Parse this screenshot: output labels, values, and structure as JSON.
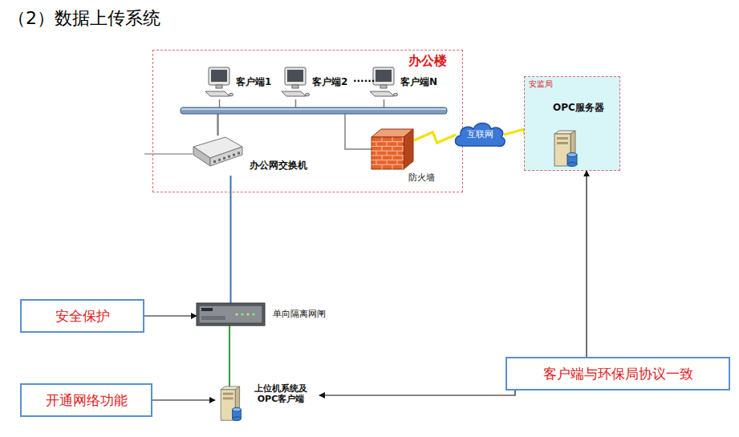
{
  "diagram": {
    "title": "（2）数据上传系统",
    "nodes": [
      {
        "text": [
          "办公楼"
        ]
      },
      {
        "text": [
          "客户端1"
        ],
        "in": 0
      },
      {
        "text": [
          "客户端2"
        ],
        "in": 0
      },
      {
        "text": [
          "客户端N"
        ],
        "in": 0
      },
      {
        "text": [
          "办公网交换机"
        ],
        "in": 0
      },
      {
        "text": [
          "防火墙"
        ],
        "in": 0
      },
      {
        "text": [
          "互联网"
        ]
      },
      {
        "text": [
          "安监局"
        ]
      },
      {
        "text": [
          "OPC服务器"
        ],
        "in": 7
      },
      {
        "text": [
          "安全保护"
        ]
      },
      {
        "text": [
          "单向隔离网闸"
        ]
      },
      {
        "text": [
          "开通网络功能"
        ]
      },
      {
        "text": [
          "上位机系统及 OPC客户端"
        ]
      },
      {
        "text": [
          "客户端与环保局协议一致"
        ]
      }
    ],
    "edges": [
      {
        "from": 1,
        "to": 4,
        "arrow": "none"
      },
      {
        "from": 2,
        "to": 4,
        "arrow": "none"
      },
      {
        "from": 3,
        "to": 4,
        "arrow": "none"
      },
      {
        "from": 5,
        "to": 4,
        "arrow": "none"
      },
      {
        "from": 5,
        "to": 6,
        "arrow": "none"
      },
      {
        "from": 6,
        "to": 8,
        "arrow": "none"
      },
      {
        "from": 4,
        "to": 10,
        "arrow": "none"
      },
      {
        "from": 10,
        "to": 12,
        "arrow": "none"
      },
      {
        "from": 9,
        "to": 10,
        "arrow": "to"
      },
      {
        "from": 11,
        "to": 12,
        "arrow": "to"
      },
      {
        "from": 13,
        "to": 12,
        "arrow": "to"
      },
      {
        "from": 13,
        "to": 8,
        "arrow": "to"
      }
    ],
    "labels": [
      "......"
    ]
  }
}
